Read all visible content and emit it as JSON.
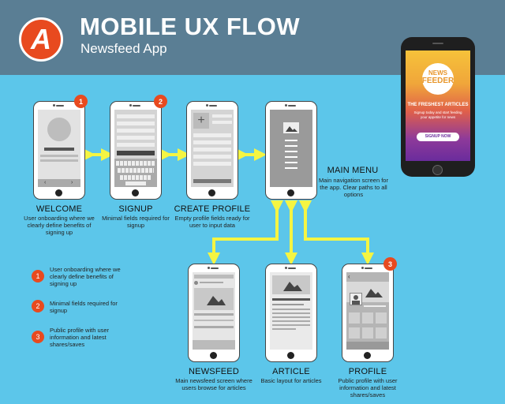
{
  "header": {
    "logo_letter": "A",
    "title": "MOBILE UX FLOW",
    "subtitle": "Newsfeed App"
  },
  "colors": {
    "background": "#5cc6ea",
    "header": "#5a7e94",
    "accent": "#e84a1f",
    "arrow": "#f5f542"
  },
  "screens": {
    "welcome": {
      "label": "WELCOME",
      "desc": "User onboarding where we clearly define benefits of signing up",
      "badge": "1"
    },
    "signup": {
      "label": "SIGNUP",
      "desc": "Minimal fields required for signup",
      "badge": "2"
    },
    "create_profile": {
      "label": "CREATE PROFILE",
      "desc": "Empty profile fields ready for user to input data"
    },
    "main_menu": {
      "label": "MAIN MENU",
      "desc": "Main navigation screen for the app. Clear paths to all options"
    },
    "newsfeed": {
      "label": "NEWSFEED",
      "desc": "Main newsfeed screen where users browse for articles"
    },
    "article": {
      "label": "ARTICLE",
      "desc": "Basic layout for articles"
    },
    "profile": {
      "label": "PROFILE",
      "desc": "Public profile with user information and latest shares/saves",
      "badge": "3"
    }
  },
  "legend": [
    {
      "num": "1",
      "text": "User onboarding where we clearly define benefits of signing up"
    },
    {
      "num": "2",
      "text": "Minimal fields required for signup"
    },
    {
      "num": "3",
      "text": "Public profile with user information and latest shares/saves"
    }
  ],
  "app_preview": {
    "logo_line1": "NEWS",
    "logo_line2": "FEEDER",
    "headline": "THE FRESHEST ARTICLES",
    "tagline": "Signup today and start feeding your appetite for news",
    "button": "SIGNUP NOW"
  }
}
